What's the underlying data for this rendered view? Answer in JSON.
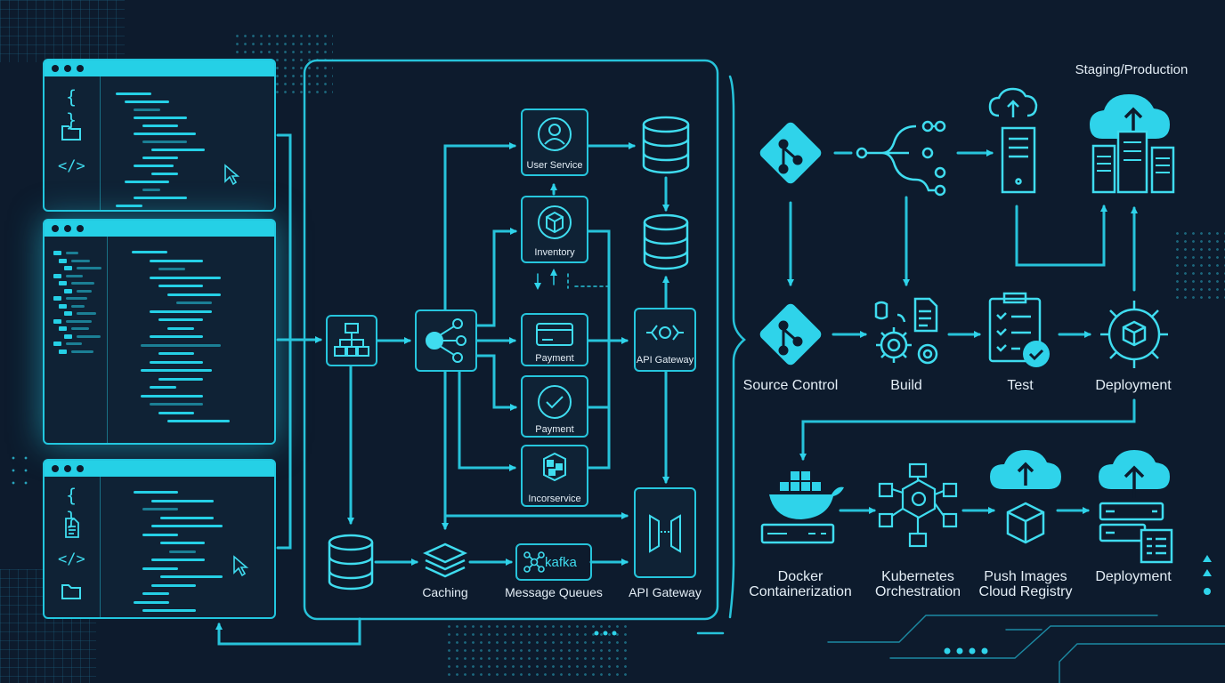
{
  "colors": {
    "background": "#0d1b2d",
    "accent": "#25d0e6",
    "panel": "#0f2235"
  },
  "header": {
    "staging_label": "Staging/Production"
  },
  "microservices": {
    "user_service": "User Service",
    "inventory": "Inventory",
    "payment_1": "Payment",
    "payment_2": "Payment",
    "incorservice": "Incorservice",
    "api_gateway_top": "API Gateway",
    "api_gateway_bottom": "API Gateway",
    "caching": "Caching",
    "message_queues": "Message Queues",
    "kafka": "kafka"
  },
  "pipeline": {
    "source_control": "Source Control",
    "build": "Build",
    "test": "Test",
    "deployment": "Deployment"
  },
  "container_pipeline": {
    "docker_line1": "Docker",
    "docker_line2": "Containerization",
    "k8s_line1": "Kubernetes",
    "k8s_line2": "Orchestration",
    "push_line1": "Push Images",
    "push_line2": "Cloud Registry",
    "deployment": "Deployment"
  },
  "editor_icons": {
    "braces": "{ }",
    "code": "</>"
  },
  "icon_names": [
    "braces-icon",
    "folder-icon",
    "code-tag-icon",
    "cursor-icon",
    "file-icon",
    "user-icon",
    "box-icon",
    "card-icon",
    "check-icon",
    "database-icon",
    "hierarchy-icon",
    "hub-icon",
    "gateway-icon",
    "git-icon",
    "branch-icon",
    "server-icon",
    "cloud-upload-icon",
    "gear-icon",
    "clipboard-check-icon",
    "docker-icon",
    "kubernetes-icon"
  ]
}
